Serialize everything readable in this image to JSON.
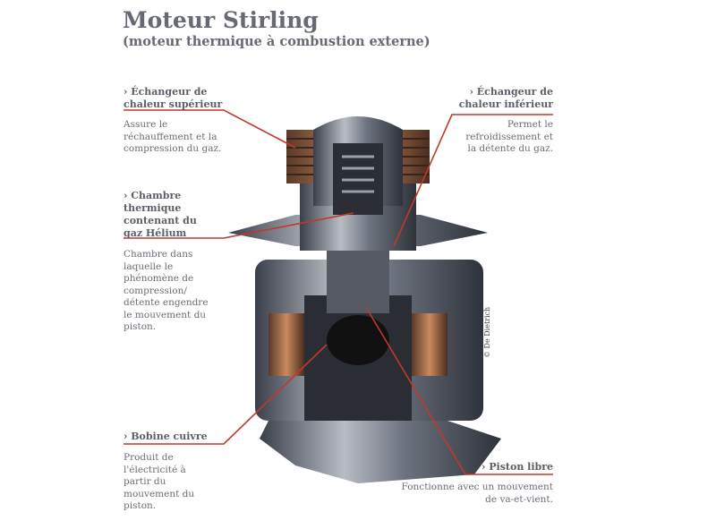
{
  "title": "Moteur Stirling",
  "subtitle": "(moteur thermique à combustion externe)",
  "credit": "© De Dietrich",
  "accent_color": "#c0392b",
  "labels": [
    {
      "title": "› Échangeur de chaleur supérieur",
      "desc": "Assure le réchauffement et la compression du gaz."
    },
    {
      "title": "› Échangeur de chaleur inférieur",
      "desc": "Permet le refroidissement et la détente du gaz."
    },
    {
      "title": "› Chambre thermique contenant du gaz Hélium",
      "desc": "Chambre dans laquelle le phénomène de compression/ détente engendre le mouvement du piston."
    },
    {
      "title": "› Bobine cuivre",
      "desc": "Produit de l'électricité à partir du mouvement du piston."
    },
    {
      "title": "› Piston libre",
      "desc": "Fonctionne avec un mouvement de va-et-vient."
    }
  ]
}
